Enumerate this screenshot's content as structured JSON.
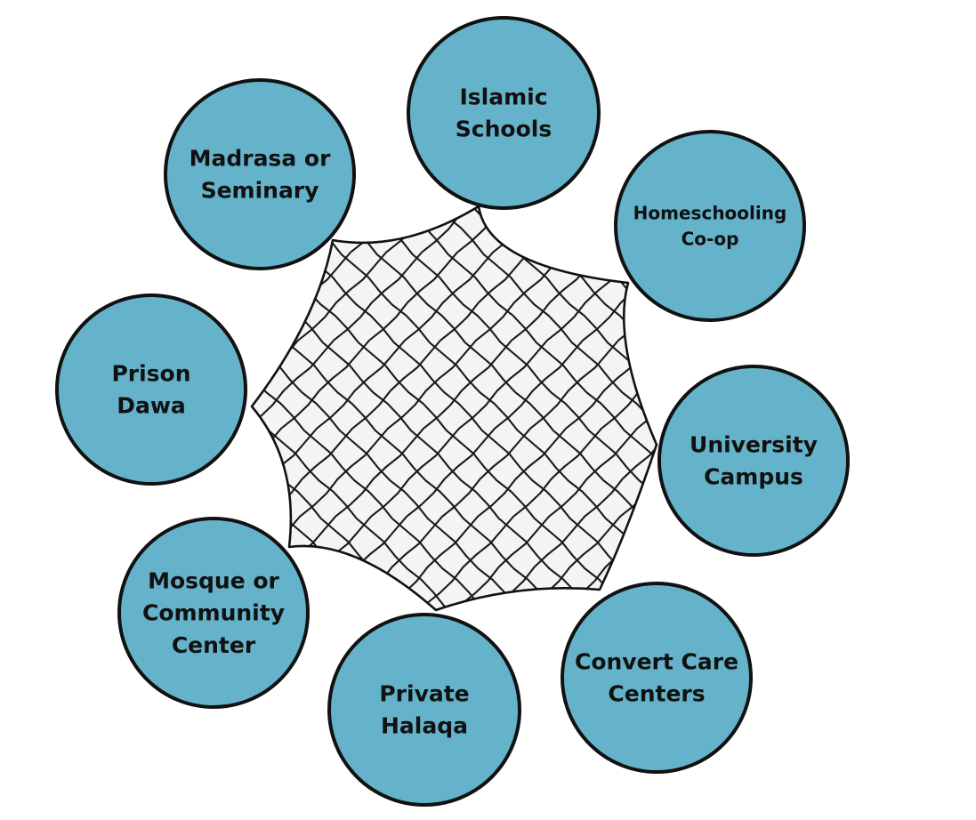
{
  "diagram": {
    "colors": {
      "node_fill": "#65b3ca",
      "node_stroke": "#111111",
      "text": "#111111",
      "mesh_fill": "#f4f4f4",
      "mesh_line": "#1a1a1a"
    },
    "center": {
      "style": "chain-link mesh"
    },
    "nodes": [
      {
        "id": "islamic-schools",
        "lines": [
          "Islamic",
          "Schools"
        ]
      },
      {
        "id": "homeschooling-coop",
        "lines": [
          "Homeschooling",
          "Co-op"
        ]
      },
      {
        "id": "university-campus",
        "lines": [
          "University",
          "Campus"
        ]
      },
      {
        "id": "convert-care-centers",
        "lines": [
          "Convert Care",
          "Centers"
        ]
      },
      {
        "id": "private-halaqa",
        "lines": [
          "Private",
          "Halaqa"
        ]
      },
      {
        "id": "mosque-community-center",
        "lines": [
          "Mosque or",
          "Community",
          "Center"
        ]
      },
      {
        "id": "prison-dawa",
        "lines": [
          "Prison",
          "Dawa"
        ]
      },
      {
        "id": "madrasa-seminary",
        "lines": [
          "Madrasa or",
          "Seminary"
        ]
      }
    ]
  }
}
